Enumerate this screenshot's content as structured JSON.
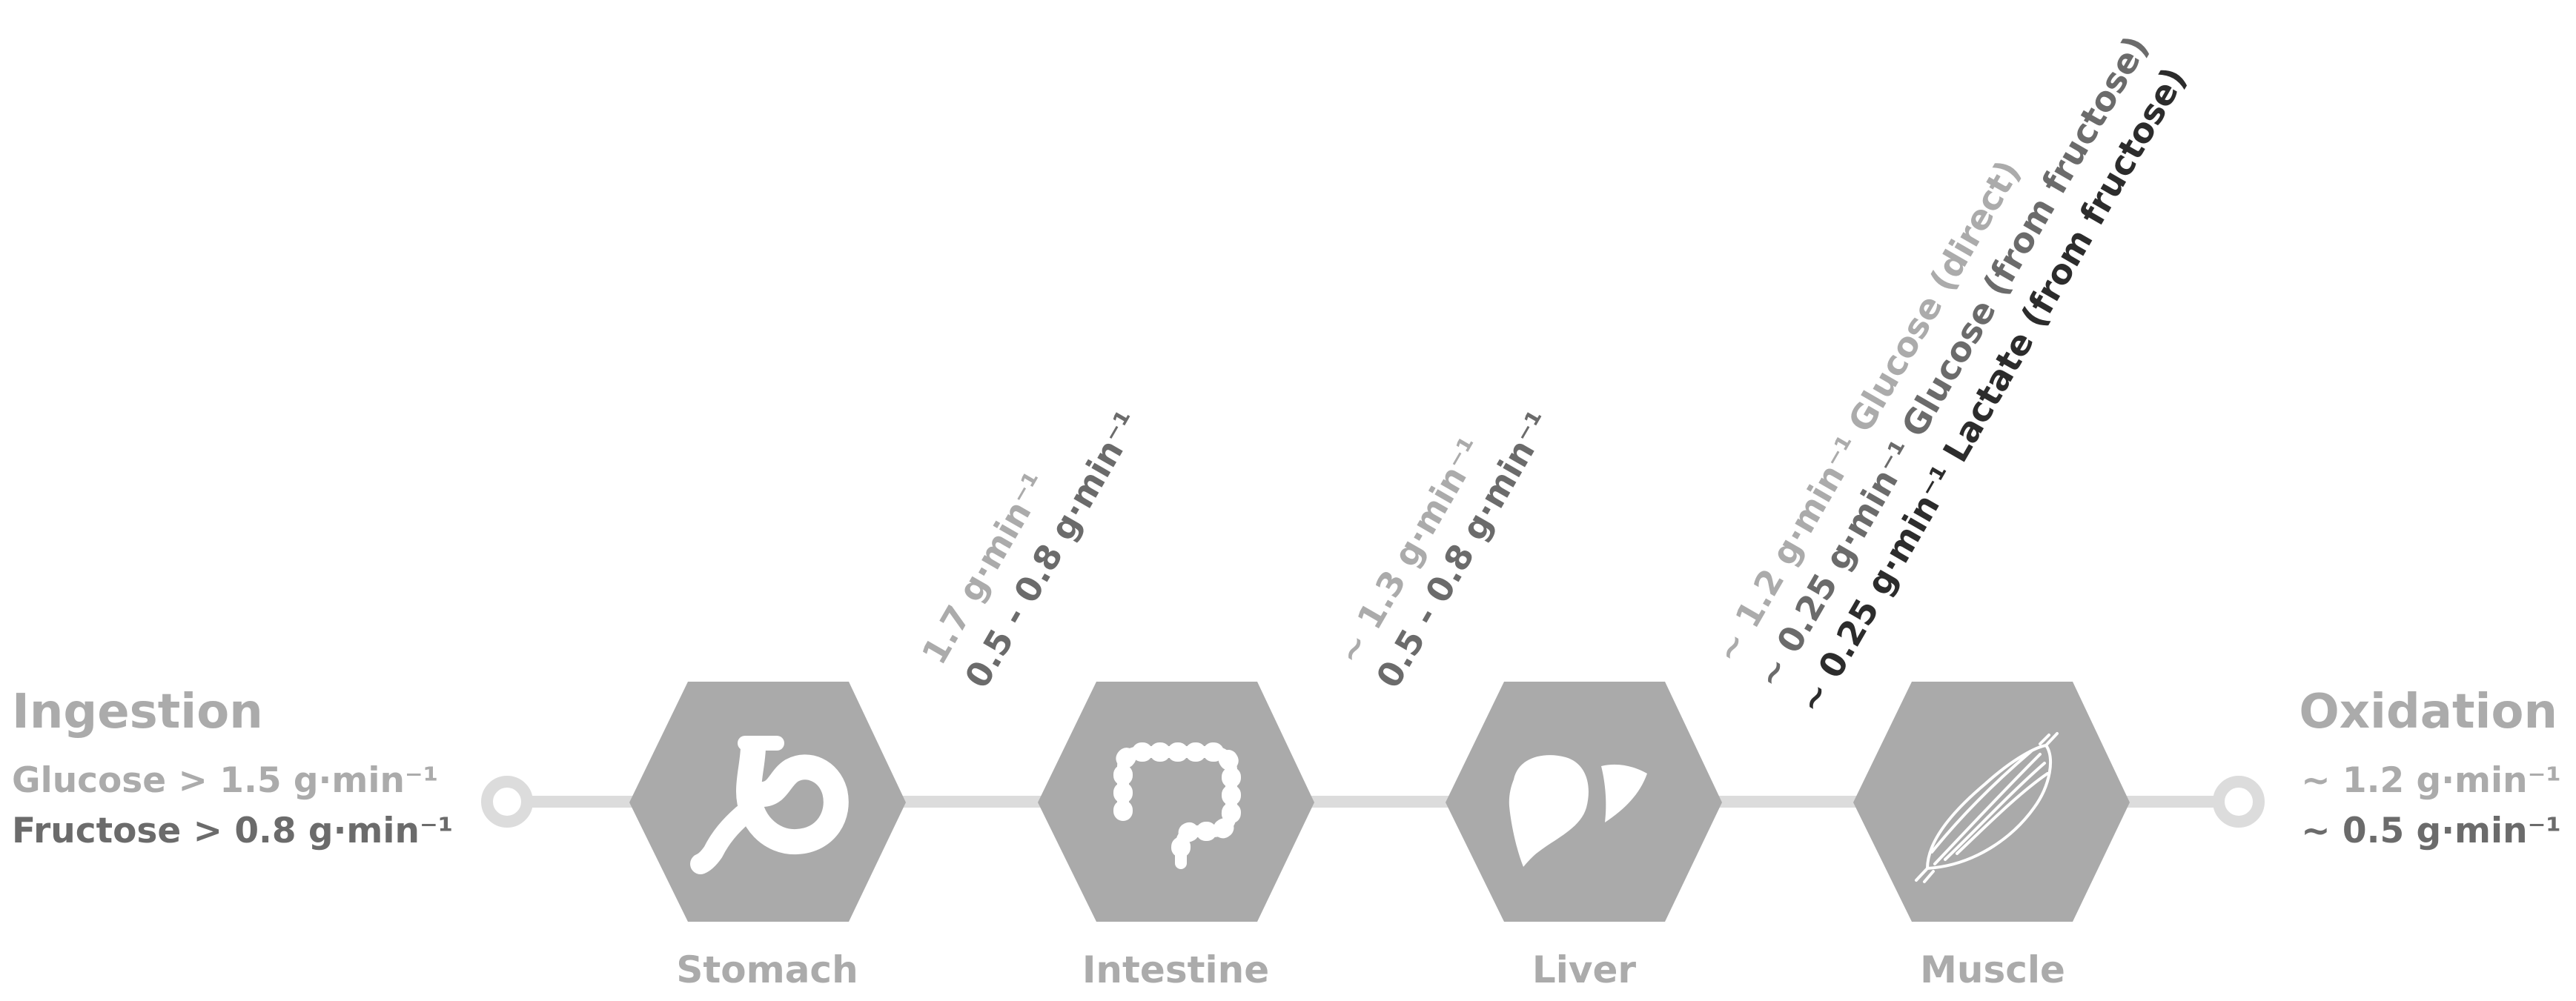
{
  "ingestion": {
    "title": "Ingestion",
    "glucose": "Glucose > 1.5 g·min⁻¹",
    "fructose": "Fructose > 0.8 g·min⁻¹"
  },
  "oxidation": {
    "title": "Oxidation",
    "glucose": "~ 1.2 g·min⁻¹",
    "fructose": "~ 0.5 g·min⁻¹"
  },
  "organs": [
    {
      "label": "Stomach",
      "icon": "stomach-icon"
    },
    {
      "label": "Intestine",
      "icon": "intestine-icon"
    },
    {
      "label": "Liver",
      "icon": "liver-icon"
    },
    {
      "label": "Muscle",
      "icon": "muscle-icon"
    }
  ],
  "transfers": [
    {
      "light": "1.7 g·min⁻¹",
      "dark": "0.5 - 0.8 g·min⁻¹"
    },
    {
      "light": "~ 1.3 g·min⁻¹",
      "dark": "0.5 - 0.8 g·min⁻¹"
    }
  ],
  "liver_to_muscle": {
    "glucose_direct": "~ 1.2 g·min⁻¹ Glucose (direct)",
    "glucose_from_fructose": "~ 0.25 g·min⁻¹ Glucose (from fructose)",
    "lactate_from_fructose": "~ 0.25 g·min⁻¹  Lactate (from fructose)"
  },
  "colors": {
    "light_text": "#ababab",
    "mid_text": "#6b6b6b",
    "dark_text": "#2c2c2c",
    "hexagon": "#aaaaaa",
    "line": "#dcdcdc",
    "icon": "#ffffff"
  }
}
